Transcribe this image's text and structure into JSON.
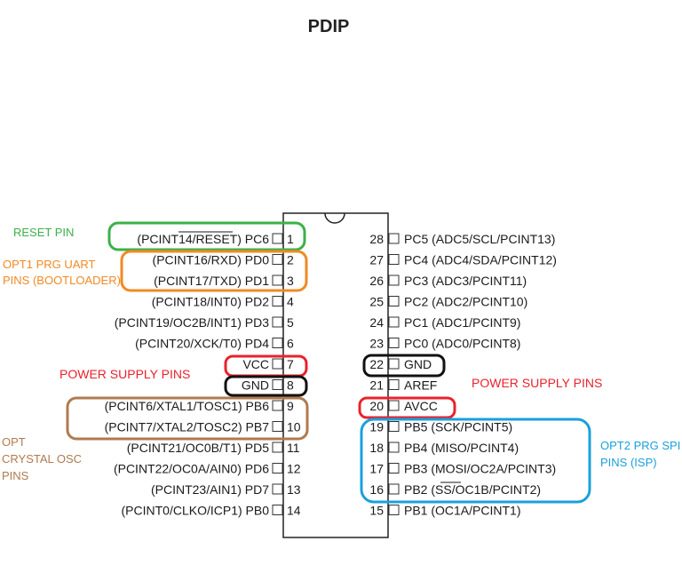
{
  "title": "PDIP",
  "colors": {
    "green": "#3bb14a",
    "orange": "#f08a24",
    "red": "#e8222d",
    "black": "#111111",
    "brown": "#b07a4f",
    "blue": "#1aa0dc",
    "chip": "#222222"
  },
  "left_pins": [
    {
      "num": "1",
      "label": "(PCINT14/RESET) PC6"
    },
    {
      "num": "2",
      "label": "(PCINT16/RXD) PD0"
    },
    {
      "num": "3",
      "label": "(PCINT17/TXD) PD1"
    },
    {
      "num": "4",
      "label": "(PCINT18/INT0) PD2"
    },
    {
      "num": "5",
      "label": "(PCINT19/OC2B/INT1) PD3"
    },
    {
      "num": "6",
      "label": "(PCINT20/XCK/T0) PD4"
    },
    {
      "num": "7",
      "label": "VCC"
    },
    {
      "num": "8",
      "label": "GND"
    },
    {
      "num": "9",
      "label": "(PCINT6/XTAL1/TOSC1) PB6"
    },
    {
      "num": "10",
      "label": "(PCINT7/XTAL2/TOSC2) PB7"
    },
    {
      "num": "11",
      "label": "(PCINT21/OC0B/T1) PD5"
    },
    {
      "num": "12",
      "label": "(PCINT22/OC0A/AIN0) PD6"
    },
    {
      "num": "13",
      "label": "(PCINT23/AIN1) PD7"
    },
    {
      "num": "14",
      "label": "(PCINT0/CLKO/ICP1) PB0"
    }
  ],
  "right_pins": [
    {
      "num": "28",
      "label": "PC5 (ADC5/SCL/PCINT13)"
    },
    {
      "num": "27",
      "label": "PC4 (ADC4/SDA/PCINT12)"
    },
    {
      "num": "26",
      "label": "PC3 (ADC3/PCINT11)"
    },
    {
      "num": "25",
      "label": "PC2 (ADC2/PCINT10)"
    },
    {
      "num": "24",
      "label": "PC1 (ADC1/PCINT9)"
    },
    {
      "num": "23",
      "label": "PC0 (ADC0/PCINT8)"
    },
    {
      "num": "22",
      "label": "GND"
    },
    {
      "num": "21",
      "label": "AREF"
    },
    {
      "num": "20",
      "label": "AVCC"
    },
    {
      "num": "19",
      "label": "PB5 (SCK/PCINT5)"
    },
    {
      "num": "18",
      "label": "PB4 (MISO/PCINT4)"
    },
    {
      "num": "17",
      "label": "PB3 (MOSI/OC2A/PCINT3)"
    },
    {
      "num": "16",
      "label": "PB2 (SS/OC1B/PCINT2)"
    },
    {
      "num": "15",
      "label": "PB1 (OC1A/PCINT1)"
    }
  ],
  "annotations": {
    "reset": "RESET PIN",
    "uart_line1": "OPT1 PRG UART",
    "uart_line2": "PINS (BOOTLOADER)",
    "power_left": "POWER SUPPLY PINS",
    "power_right": "POWER SUPPLY PINS",
    "osc_line1": "OPT",
    "osc_line2": "CRYSTAL OSC",
    "osc_line3": "PINS",
    "spi_line1": "OPT2 PRG SPI",
    "spi_line2": "PINS (ISP)"
  }
}
